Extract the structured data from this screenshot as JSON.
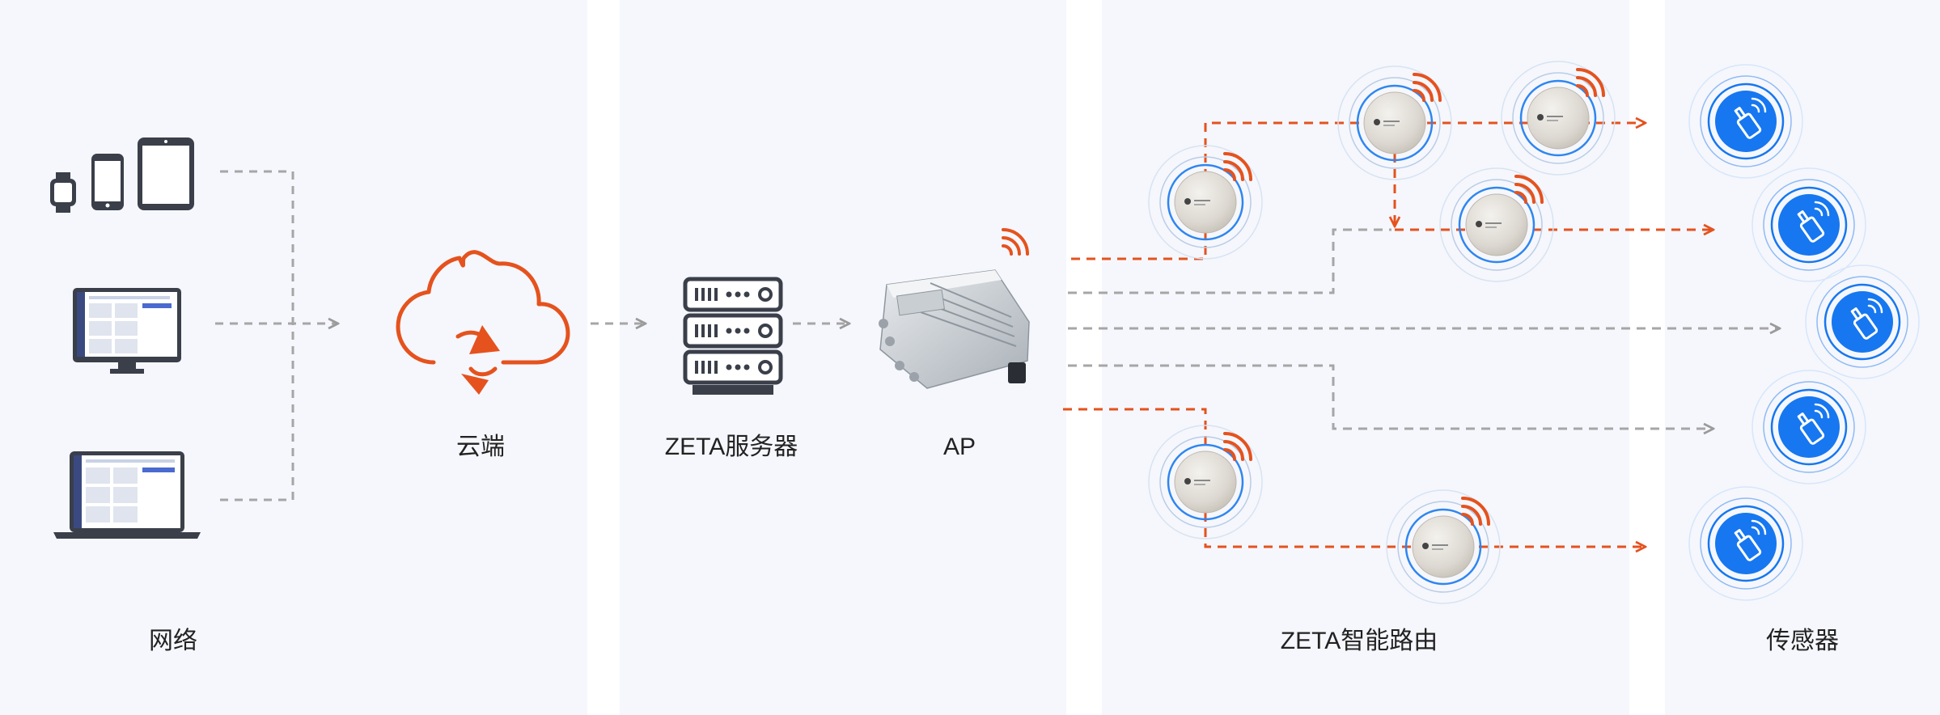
{
  "labels": {
    "network": "网络",
    "cloud": "云端",
    "server": "ZETA服务器",
    "ap": "AP",
    "router": "ZETA智能路由",
    "sensor": "传感器"
  },
  "colors": {
    "accent": "#e5521e",
    "dashed_gray": "#a6a6a6",
    "arrow_gray": "#9a9a9a",
    "sensor_blue": "#1677f0",
    "panel_bg": "#f5f7fc",
    "device_dark": "#3a3f4a"
  },
  "icons": {
    "devices": [
      "watch-icon",
      "phone-icon",
      "tablet-icon",
      "monitor-icon",
      "laptop-icon"
    ],
    "cloud": "cloud-sync-icon",
    "server": "server-rack-icon",
    "ap": "access-point-device-icon",
    "router": "router-node-icon",
    "sensor": "sensor-icon",
    "signal": "wifi-signal-icon"
  }
}
